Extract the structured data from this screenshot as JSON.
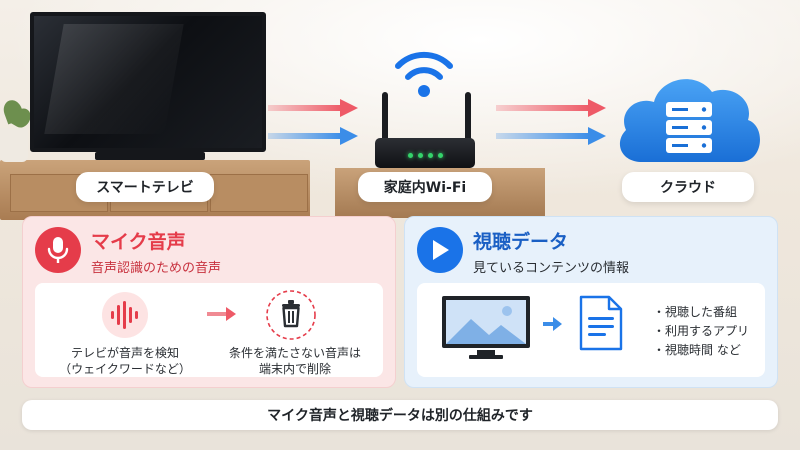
{
  "labels": {
    "tv": "スマートテレビ",
    "router": "家庭内Wi-Fi",
    "cloud": "クラウド"
  },
  "mic_panel": {
    "title": "マイク音声",
    "subtitle": "音声認識のための音声",
    "detect_caption_line1": "テレビが音声を検知",
    "detect_caption_line2": "（ウェイクワードなど）",
    "delete_caption_line1": "条件を満たさない音声は",
    "delete_caption_line2": "端末内で削除",
    "accent_color": "#e53c4a"
  },
  "viewing_panel": {
    "title": "視聴データ",
    "subtitle": "見ているコンテンツの情報",
    "items": [
      "視聴した番組",
      "利用するアプリ",
      "視聴時間 など"
    ],
    "accent_color": "#1a73e8"
  },
  "footer": {
    "text": "マイク音声と視聴データは別の仕組みです"
  },
  "icons": {
    "tv": "tv-icon",
    "router": "router-icon",
    "wifi": "wifi-icon",
    "cloud": "cloud-server-icon",
    "mic": "microphone-icon",
    "play": "play-icon",
    "waveform": "sound-wave-icon",
    "trash": "trash-icon",
    "monitor": "monitor-icon",
    "document": "document-icon"
  },
  "colors": {
    "red_arrow": "#ee5a67",
    "blue_arrow": "#3b8de8"
  }
}
